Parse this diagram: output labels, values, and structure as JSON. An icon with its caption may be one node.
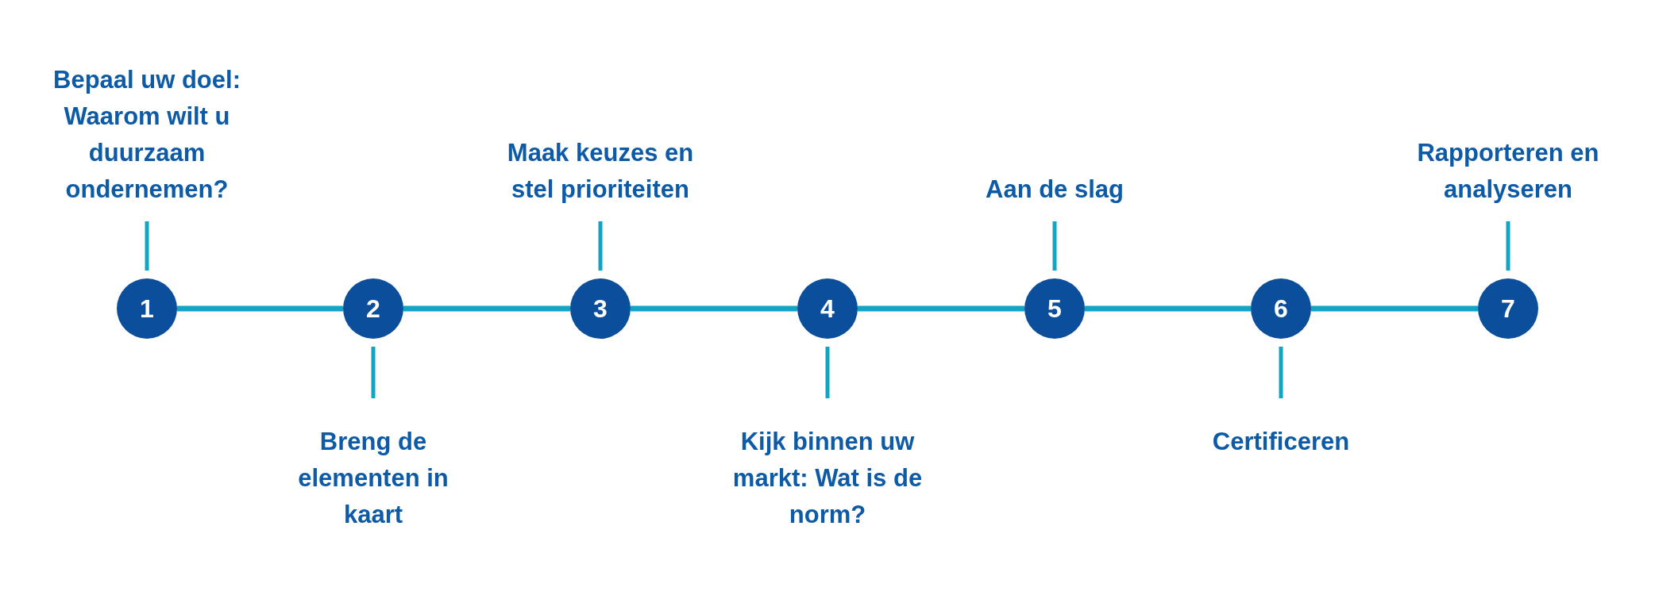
{
  "diagram": {
    "nodes": [
      {
        "text": [
          "1"
        ]
      },
      {
        "text": [
          "2"
        ]
      },
      {
        "text": [
          "3"
        ]
      },
      {
        "text": [
          "4"
        ]
      },
      {
        "text": [
          "5"
        ]
      },
      {
        "text": [
          "6"
        ]
      },
      {
        "text": [
          "7"
        ]
      },
      {
        "text": [
          "Bepaal uw doel: Waarom wilt u duurzaam ondernemen?"
        ]
      },
      {
        "text": [
          "Breng de elementen in kaart"
        ]
      },
      {
        "text": [
          "Maak keuzes en stel prioriteiten"
        ]
      },
      {
        "text": [
          "Kijk binnen uw markt: Wat is de norm?"
        ]
      },
      {
        "text": [
          "Aan de slag"
        ]
      },
      {
        "text": [
          "Certificeren"
        ]
      },
      {
        "text": [
          "Rapporteren en analyseren"
        ]
      }
    ],
    "edges": [
      {
        "from": 0,
        "to": 1,
        "arrow": "none"
      },
      {
        "from": 1,
        "to": 2,
        "arrow": "none"
      },
      {
        "from": 2,
        "to": 3,
        "arrow": "none"
      },
      {
        "from": 3,
        "to": 4,
        "arrow": "none"
      },
      {
        "from": 4,
        "to": 5,
        "arrow": "none"
      },
      {
        "from": 5,
        "to": 6,
        "arrow": "none"
      },
      {
        "from": 7,
        "to": 0,
        "arrow": "none"
      },
      {
        "from": 8,
        "to": 1,
        "arrow": "none"
      },
      {
        "from": 9,
        "to": 2,
        "arrow": "none"
      },
      {
        "from": 10,
        "to": 3,
        "arrow": "none"
      },
      {
        "from": 11,
        "to": 4,
        "arrow": "none"
      },
      {
        "from": 12,
        "to": 5,
        "arrow": "none"
      },
      {
        "from": 13,
        "to": 6,
        "arrow": "none"
      }
    ]
  }
}
